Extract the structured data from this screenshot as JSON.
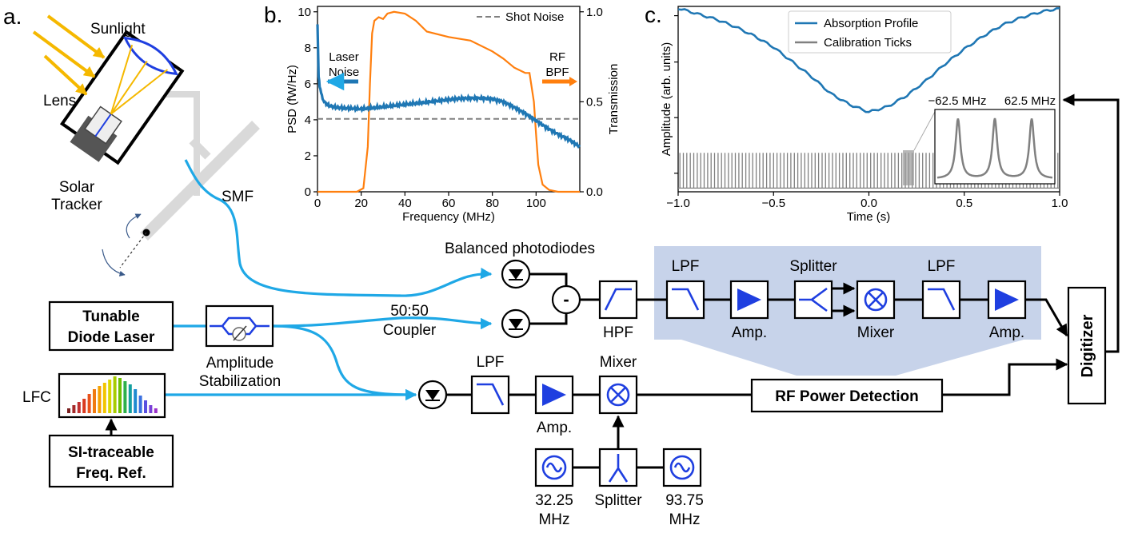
{
  "panel_labels": {
    "a": "a.",
    "b": "b.",
    "c": "c."
  },
  "setup": {
    "sunlight": "Sunlight",
    "lens": "Lens",
    "solar_tracker_l1": "Solar",
    "solar_tracker_l2": "Tracker",
    "smf": "SMF",
    "tunable_laser_l1": "Tunable",
    "tunable_laser_l2": "Diode Laser",
    "amp_stab_l1": "Amplitude",
    "amp_stab_l2": "Stabilization",
    "lfc": "LFC",
    "si_ref_l1": "SI-traceable",
    "si_ref_l2": "Freq. Ref.",
    "coupler_l1": "50:50",
    "coupler_l2": "Coupler",
    "balanced_photodiodes": "Balanced photodiodes",
    "minus_sign": "-",
    "hpf": "HPF",
    "lpf1": "LPF",
    "amp1": "Amp.",
    "splitter_top": "Splitter",
    "mixer_top": "Mixer",
    "lpf2": "LPF",
    "amp2": "Amp.",
    "digitizer": "Digitizer",
    "lpf_bottom": "LPF",
    "amp_bottom": "Amp.",
    "mixer_bottom": "Mixer",
    "rf_power_detection": "RF Power Detection",
    "osc1_l1": "32.25",
    "osc1_l2": "MHz",
    "splitter_bottom": "Splitter",
    "osc2_l1": "93.75",
    "osc2_l2": "MHz"
  },
  "colors": {
    "fiber": "#1fa8e6",
    "component": "#1f3fe0",
    "shade": "#c7d3ea",
    "psd_line": "#1f77b4",
    "transmission_line": "#ff7f0e",
    "sunlight": "#f5b800",
    "tracker": "#d9d9d9"
  },
  "chart_data": [
    {
      "id": "b",
      "type": "line",
      "xlabel": "Frequency (MHz)",
      "ylabel": "PSD (fW/Hz)",
      "y2label": "Transmission",
      "xlim": [
        0,
        120
      ],
      "ylim": [
        0,
        10.3
      ],
      "y2lim": [
        0,
        1.03
      ],
      "xticks": [
        0,
        20,
        40,
        60,
        80,
        100
      ],
      "yticks": [
        0,
        2,
        4,
        6,
        8,
        10
      ],
      "y2ticks": [
        0.0,
        0.5,
        1.0
      ],
      "xtick_labels": [
        "0",
        "20",
        "40",
        "60",
        "80",
        "100"
      ],
      "ytick_labels": [
        "0",
        "2",
        "4",
        "6",
        "8",
        "10"
      ],
      "y2tick_labels": [
        "0.0",
        "0.5",
        "1.0"
      ],
      "legend": "Shot Noise",
      "annotations": {
        "laser_noise_l1": "Laser",
        "laser_noise_l2": "Noise",
        "rf_bpf_l1": "RF",
        "rf_bpf_l2": "BPF"
      },
      "shot_noise_level": 4.05,
      "series": [
        {
          "name": "PSD",
          "axis": "left",
          "x": [
            0,
            0.5,
            1,
            2,
            3,
            5,
            8,
            12,
            20,
            30,
            40,
            50,
            60,
            65,
            70,
            75,
            80,
            85,
            90,
            95,
            100,
            105,
            110,
            115,
            120
          ],
          "y": [
            9.3,
            6.4,
            5.9,
            5.3,
            5.0,
            4.8,
            4.7,
            4.65,
            4.6,
            4.72,
            4.85,
            4.98,
            5.12,
            5.18,
            5.2,
            5.2,
            5.15,
            5.0,
            4.7,
            4.35,
            3.95,
            3.55,
            3.2,
            2.9,
            2.5
          ]
        },
        {
          "name": "Transmission",
          "axis": "right",
          "x": [
            0,
            18,
            21,
            23,
            24,
            25,
            26,
            28,
            30,
            32,
            35,
            40,
            45,
            50,
            60,
            70,
            80,
            85,
            90,
            95,
            97,
            99,
            100,
            101,
            103,
            106,
            110,
            115,
            120
          ],
          "y": [
            0,
            0,
            0.02,
            0.25,
            0.6,
            0.88,
            0.95,
            0.97,
            0.96,
            0.99,
            1.0,
            0.99,
            0.95,
            0.89,
            0.86,
            0.84,
            0.78,
            0.74,
            0.69,
            0.66,
            0.66,
            0.5,
            0.32,
            0.15,
            0.04,
            0.01,
            0,
            0,
            0
          ]
        }
      ]
    },
    {
      "id": "c",
      "type": "line",
      "xlabel": "Time (s)",
      "ylabel": "Amplitude (arb. units)",
      "xlim": [
        -1.0,
        1.0
      ],
      "xticks": [
        -1.0,
        -0.5,
        0.0,
        0.5,
        1.0
      ],
      "xtick_labels": [
        "−1.0",
        "−0.5",
        "0.0",
        "0.5",
        "1.0"
      ],
      "ylim": [
        0,
        1
      ],
      "series": [
        {
          "name": "Absorption Profile",
          "x": [
            -1.0,
            -0.9,
            -0.8,
            -0.7,
            -0.6,
            -0.5,
            -0.4,
            -0.3,
            -0.2,
            -0.1,
            0.0,
            0.1,
            0.2,
            0.3,
            0.4,
            0.5,
            0.6,
            0.7,
            0.8,
            0.9,
            1.0
          ],
          "y": [
            0.99,
            0.96,
            0.93,
            0.89,
            0.84,
            0.78,
            0.7,
            0.62,
            0.53,
            0.47,
            0.43,
            0.46,
            0.52,
            0.6,
            0.69,
            0.77,
            0.84,
            0.9,
            0.94,
            0.97,
            0.99
          ]
        },
        {
          "name": "Calibration Ticks",
          "tick_count": 110,
          "tick_height": 0.21
        }
      ],
      "inset": {
        "xtick_labels": [
          "−62.5 MHz",
          "62.5 MHz"
        ],
        "peaks": 3
      }
    }
  ]
}
